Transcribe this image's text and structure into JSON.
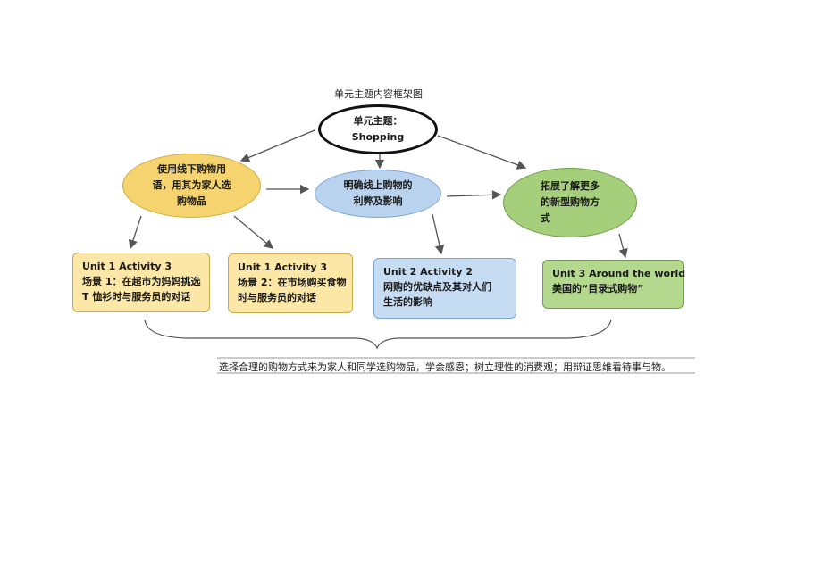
{
  "diagram": {
    "caption": "单元主题内容框架图",
    "center": {
      "line1": "单元主题：",
      "line2": "Shopping"
    },
    "level2": [
      {
        "lines": [
          "使用线下购物用",
          "语，用其为家人选",
          "购物品"
        ],
        "color": "#f5d36e"
      },
      {
        "lines": [
          "明确线上购物的",
          "利弊及影响"
        ],
        "color": "#b9d3ef"
      },
      {
        "lines": [
          "拓展了解更多",
          "的新型购物方",
          "式"
        ],
        "color": "#a6cf7c"
      }
    ],
    "level3": [
      {
        "lines": [
          "Unit 1 Activity 3",
          "场景 1：在超市为妈妈挑选",
          "T 恤衫时与服务员的对话"
        ],
        "color": "#fde7a6"
      },
      {
        "lines": [
          "Unit 1 Activity 3",
          "场景 2：在市场购买食物",
          "时与服务员的对话"
        ],
        "color": "#fde7a6"
      },
      {
        "lines": [
          "Unit 2 Activity 2",
          "网购的优缺点及其对人们",
          "生活的影响"
        ],
        "color": "#c6dcf2"
      },
      {
        "lines": [
          "Unit 3 Around the world",
          "美国的“目录式购物”"
        ],
        "color": "#b3d88e"
      }
    ],
    "conclusion": "选择合理的购物方式来为家人和同学选购物品，学会感恩；树立理性的消费观；用辩证思维看待事与物。"
  }
}
